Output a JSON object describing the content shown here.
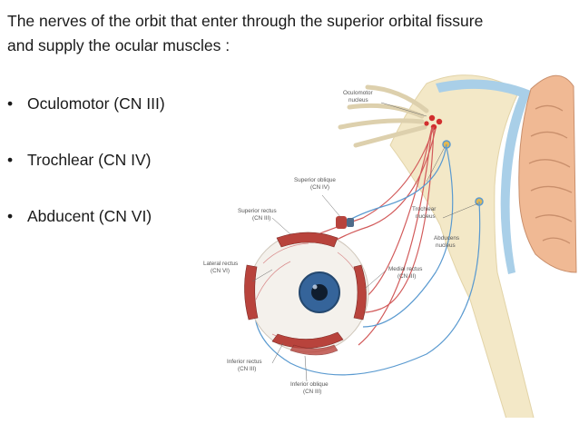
{
  "slide": {
    "title_line1": "The nerves of the orbit that enter through the superior orbital fissure",
    "title_line2": "and supply the ocular muscles :",
    "bullet_char": "•",
    "bullets": [
      "Oculomotor (CN III)",
      "Trochlear (CN IV)",
      "Abducent (CN VI)"
    ]
  },
  "diagram": {
    "labels": {
      "oculomotor_nucleus": [
        "Oculomotor",
        "nucleus"
      ],
      "superior_oblique": [
        "Superior oblique",
        "(CN IV)"
      ],
      "superior_rectus": [
        "Superior rectus",
        "(CN III)"
      ],
      "trochlear_nucleus": [
        "Trochlear",
        "nucleus"
      ],
      "abducens_nucleus": [
        "Abducens",
        "nucleus"
      ],
      "lateral_rectus": [
        "Lateral rectus",
        "(CN VI)"
      ],
      "medial_rectus": [
        "Medial rectus",
        "(CN III)"
      ],
      "inferior_rectus": [
        "Inferior rectus",
        "(CN III)"
      ],
      "inferior_oblique": [
        "Inferior oblique",
        "(CN III)"
      ]
    },
    "colors": {
      "brainstem": "#f3e8c7",
      "cerebellum": "#f0b994",
      "muscle": "#b8433c",
      "iris": "#35649a",
      "nerve_red": "#d25a5a",
      "nerve_blue": "#5a9ad0",
      "ventricle": "#a9cfe8"
    }
  }
}
